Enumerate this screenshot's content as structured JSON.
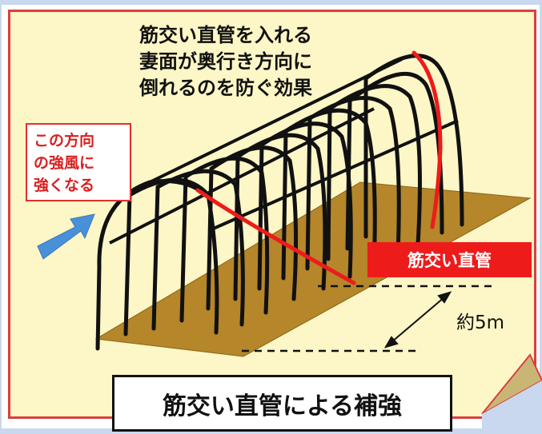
{
  "headline": {
    "line1": "筋交い直管を入れる",
    "line2": "妻面が奥行き方向に",
    "line3": "倒れるのを防ぐ効果"
  },
  "wind_note": {
    "line1": "この方向",
    "line2": "の強風に",
    "line3": "強くなる"
  },
  "pipe_label": "筋交い直管",
  "distance_label": "約5m",
  "caption": "筋交い直管による補強",
  "colors": {
    "ground": "#b5862a",
    "pipe": "#111111",
    "brace": "#ee1b1b",
    "panel_bg": "#fdf6c6",
    "arrow": "#4a90d9"
  },
  "icons": [
    "wind-direction-arrow-icon",
    "distance-dimension-arrow-icon",
    "page-curl-icon"
  ]
}
